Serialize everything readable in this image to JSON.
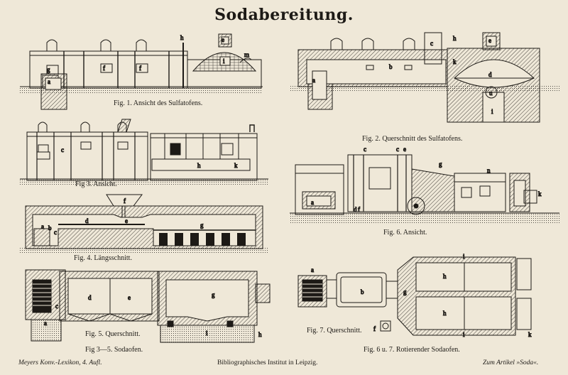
{
  "title": "Sodabereitung.",
  "captions": {
    "fig1": "Fig. 1.  Ansicht des Sulfatofens.",
    "fig2": "Fig. 2.  Querschnitt des Sulfatofens.",
    "fig3": "Fig 3.  Ansicht.",
    "fig4": "Fig. 4.  Längsschnitt.",
    "fig5": "Fig. 5.  Querschnitt.",
    "fig35": "Fig  3—5.  Sodaofen.",
    "fig6": "Fig. 6.  Ansicht.",
    "fig7": "Fig. 7.  Querschnitt.",
    "fig67": "Fig. 6 u. 7.  Rotierender Sodaofen."
  },
  "labels": {
    "a": "a",
    "b": "b",
    "c": "c",
    "d": "d",
    "e": "e",
    "f": "f",
    "g": "g",
    "h": "h",
    "i": "i",
    "k": "k",
    "m": "m",
    "n": "n",
    "u": "u"
  },
  "footer": {
    "left": "Meyers Konv.-Lexikon, 4. Aufl.",
    "center": "Bibliographisches Institut in Leipzig.",
    "right": "Zum Artikel »Soda«."
  },
  "colors": {
    "paper": "#efe8d8",
    "ink": "#1d1a16"
  }
}
